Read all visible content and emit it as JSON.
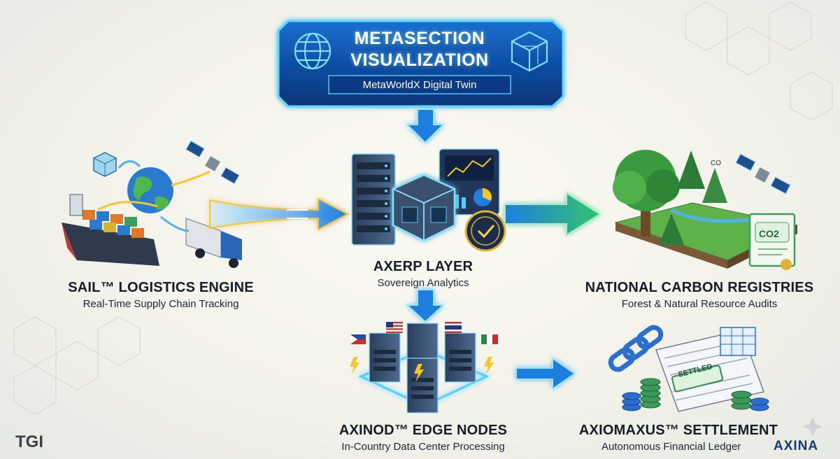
{
  "header": {
    "title": "METASECTION VISUALIZATION",
    "subtitle": "MetaWorldX Digital Twin"
  },
  "nodes": {
    "sail": {
      "title": "SAIL™ LOGISTICS ENGINE",
      "subtitle": "Real-Time Supply Chain Tracking"
    },
    "axerp": {
      "title": "AXERP LAYER",
      "subtitle": "Sovereign Analytics"
    },
    "carbon": {
      "title": "NATIONAL CARBON REGISTRIES",
      "subtitle": "Forest & Natural Resource Audits"
    },
    "axinod": {
      "title": "AXINOD™ EDGE NODES",
      "subtitle": "In-Country Data Center Processing"
    },
    "axiomaxus": {
      "title": "AXIOMAXUS™ SETTLEMENT",
      "subtitle": "Autonomous Financial Ledger"
    }
  },
  "graphics": {
    "stamp": "SETTLED",
    "certificate": "CO2",
    "sensor": "CO"
  },
  "brands": {
    "left": "TGI",
    "right": "AXINA"
  },
  "colors": {
    "header_blue": "#0f4f9e",
    "glow_cyan": "#4fd0ff",
    "arrow_blue": "#1e7fe0",
    "arrow_yellow": "#f5c52a",
    "arrow_green": "#2fbf6a"
  }
}
